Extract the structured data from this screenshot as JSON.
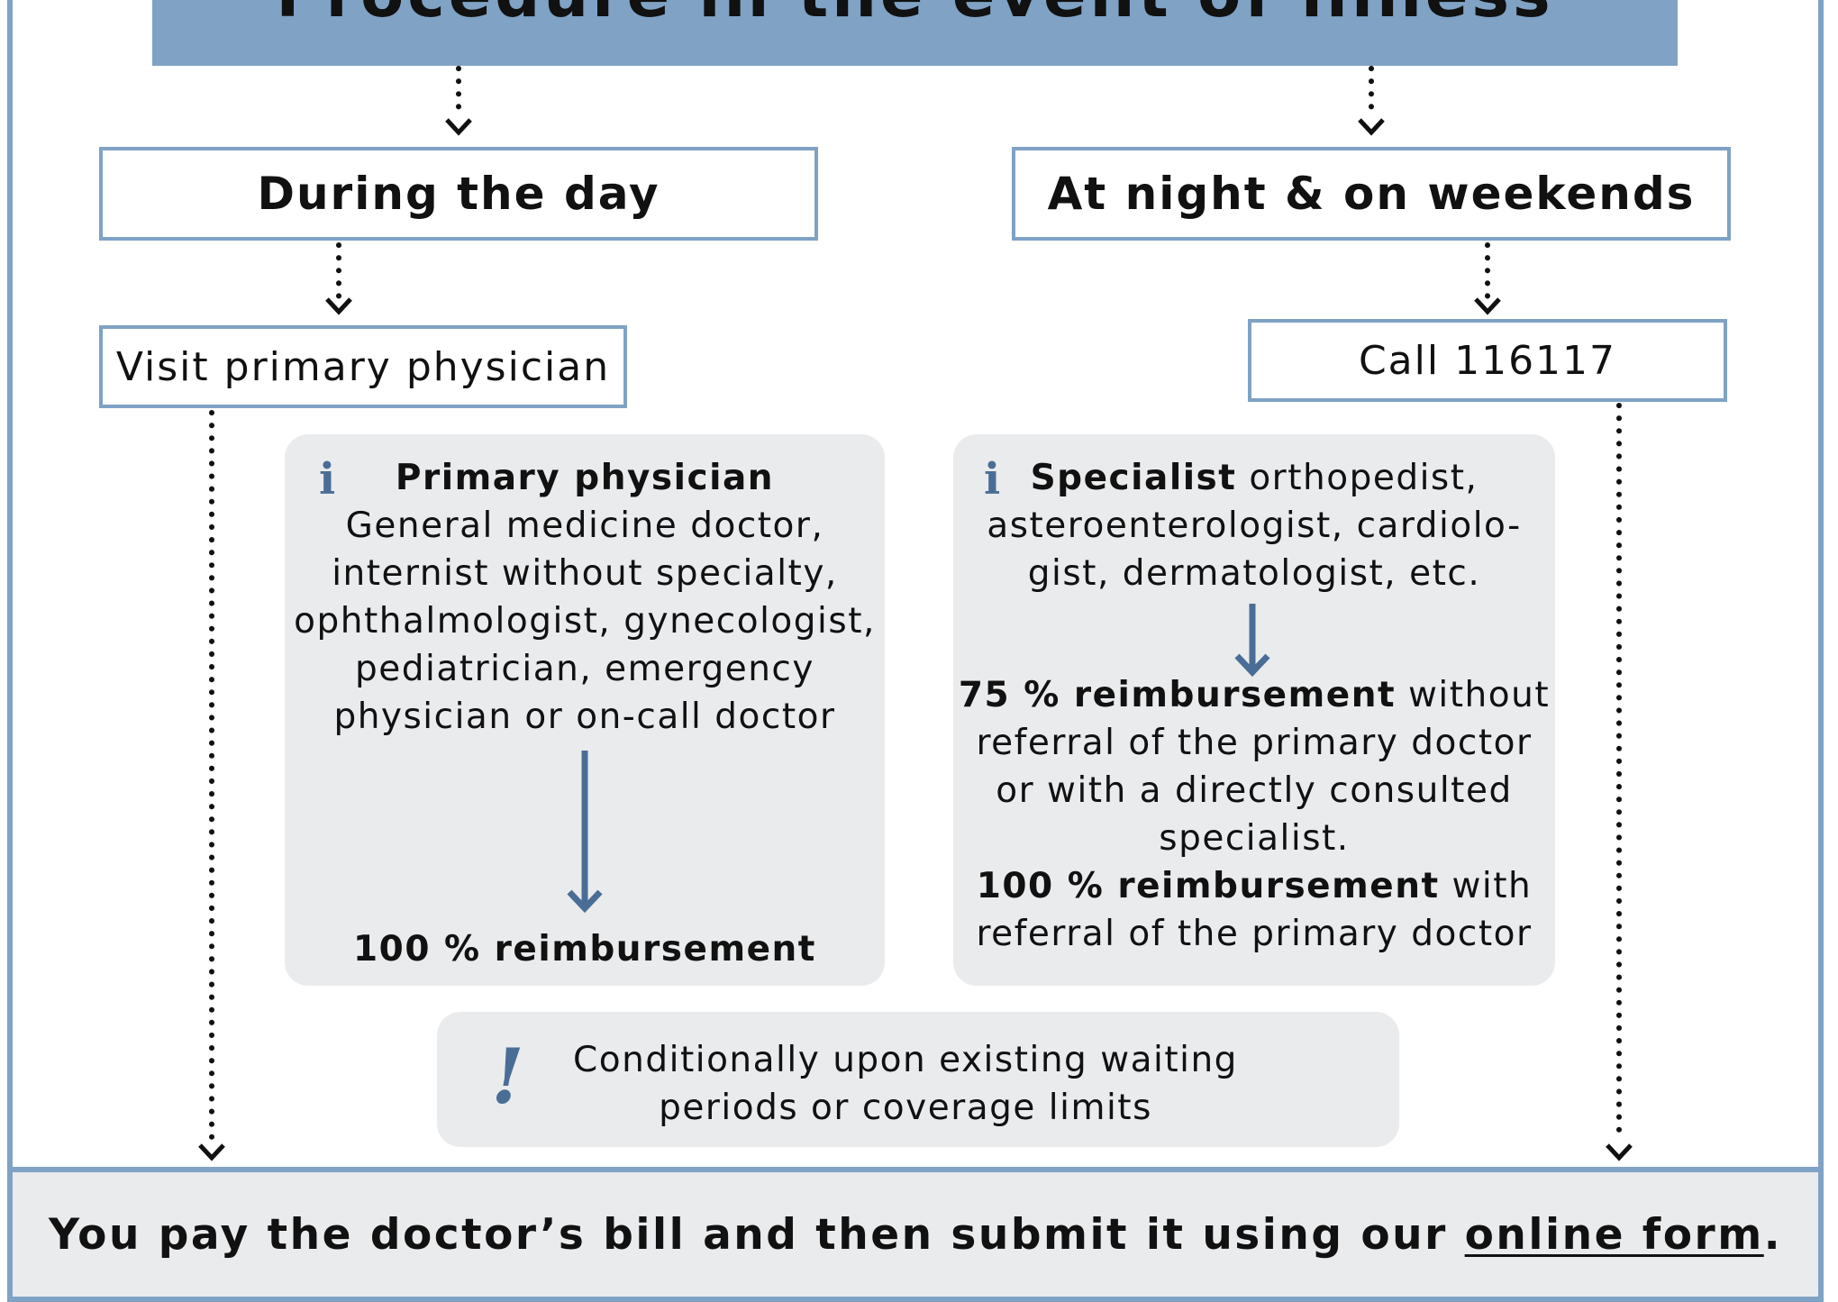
{
  "title": "Procedure in the event of illness",
  "day": {
    "heading": "During the day",
    "step": "Visit primary physician"
  },
  "night": {
    "heading": "At night & on weekends",
    "step": "Call 116117"
  },
  "panel_primary": {
    "icon": "info-icon",
    "title": "Primary physician",
    "lines": [
      "General medicine doctor,",
      "internist without specialty,",
      "ophthalmologist, gynecologist,",
      "pediatrician, emergency",
      "physician or on-call doctor"
    ],
    "result": "100 % reimbursement"
  },
  "panel_specialist": {
    "icon": "info-icon",
    "title": "Specialist",
    "title_rest": " orthopedist,",
    "lines": [
      "asteroenterologist, cardiolo-",
      "gist, dermatologist, etc."
    ],
    "r1_bold": "75 % reimbursement",
    "r1_rest": " without",
    "r1_lines": [
      "referral of the primary doctor",
      "or with a directly consulted",
      "specialist."
    ],
    "r2_bold": "100 % reimbursement",
    "r2_rest": " with",
    "r2_line": "referral of the primary doctor"
  },
  "note": {
    "icon": "exclamation-icon",
    "line1": "Conditionally upon existing waiting",
    "line2": "periods or coverage limits"
  },
  "footer": {
    "text": "You pay the doctor’s bill and then submit it using our ",
    "link": "online form",
    "end": "."
  },
  "colors": {
    "accent": "#7fa2c5",
    "arrow": "#4a6d96",
    "panel": "#eaebed"
  }
}
